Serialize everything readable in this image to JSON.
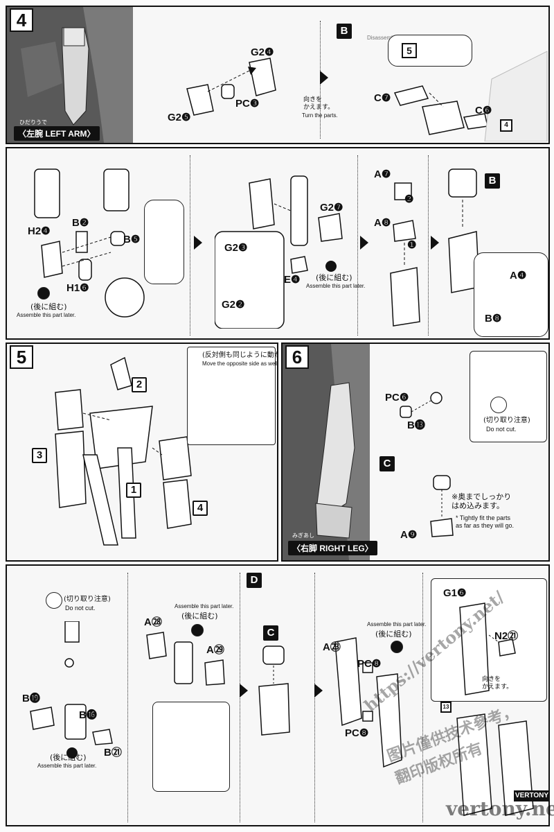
{
  "step4": {
    "number": "4",
    "left_arm_label": "〈左腕 LEFT ARM〉",
    "left_arm_ruby": "ひだりうで",
    "part_g2_4": "G2❹",
    "part_pc_3": "PC❸",
    "part_g2_5": "G2❺",
    "turn_ja": "向きを\nかえます。",
    "turn_en": "Turn the parts.",
    "marker_b": "B",
    "part_c7": "C❼",
    "part_c6": "C❻",
    "ref_5": "5",
    "ref_4": "4",
    "bg_note": "Disassemble ... one made in step"
  },
  "row2": {
    "part_h2_4": "H2❹",
    "part_b2": "B❷",
    "part_b5": "B❺",
    "part_h1_6": "H1❻",
    "later_ja": "(後に組む)",
    "later_en": "Assemble this part later.",
    "part_g2_3": "G2❸",
    "part_g2_2": "G2❷",
    "part_g2_7": "G2❼",
    "part_e4": "E❹",
    "later2_ja": "(後に組む)",
    "later2_en": "Assemble this part later.",
    "part_a7": "A❼",
    "part_a8": "A❽",
    "order_1": "❶",
    "order_2": "❷",
    "marker_b": "B",
    "part_a4": "A❹",
    "part_b8": "B❽"
  },
  "step5": {
    "number": "5",
    "note_ja": "(反対側も同じように動かす)",
    "note_en": "Move the opposite side as well.",
    "sub_1": "1",
    "sub_2": "2",
    "sub_3": "3",
    "sub_4": "4"
  },
  "step6": {
    "number": "6",
    "right_leg_label": "〈右脚 RIGHT LEG〉",
    "right_leg_ruby": "みぎあし",
    "part_pc6": "PC❻",
    "part_b13": "B⓭",
    "nocut_ja": "(切り取り注意)",
    "nocut_en": "Do not cut.",
    "marker_c": "C",
    "tight_ja": "※奥までしっかり\nはめ込みます。",
    "tight_en": "* Tightly fit the parts\nas far as they will go.",
    "part_a9": "A❾"
  },
  "row4": {
    "nocut_ja": "(切り取り注意)",
    "nocut_en": "Do not cut.",
    "part_b19": "B⓳",
    "part_b16": "B⓰",
    "part_b21": "B㉑",
    "later_ja": "(後に組む)",
    "later_en": "Assemble this part later.",
    "later2_en": "Assemble this part later.",
    "later2_ja": "(後に組む)",
    "part_a28": "A㉘",
    "part_a29": "A㉙",
    "marker_d": "D",
    "marker_c": "C",
    "part_a23": "A㉓",
    "later3_ja": "(後に組む)",
    "later3_en": "Assemble this part later.",
    "part_pc8_top": "PC❽",
    "part_pc8_bottom": "PC❽",
    "part_g16": "G1❻",
    "part_n221": "N2㉑",
    "turn_ja": "向きを\nかえます。",
    "ref_13": "13"
  },
  "watermark": {
    "url": "https://vertony.net/",
    "zh": "图片僅供技术參考，\n翻印版权所有",
    "site": "vertony.net",
    "badge": "VERTONY"
  }
}
